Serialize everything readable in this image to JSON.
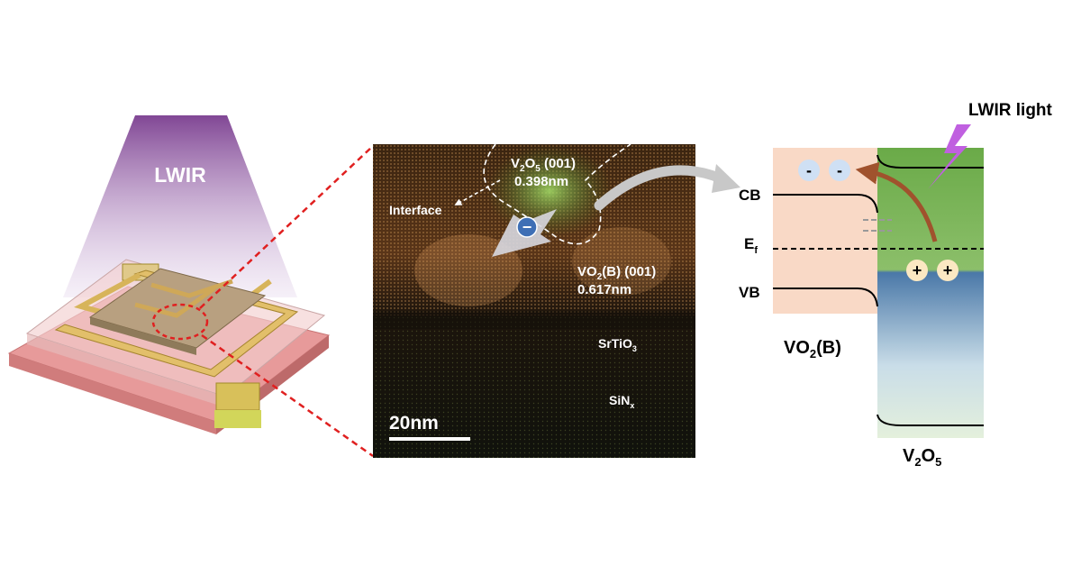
{
  "device": {
    "beam_label": "LWIR"
  },
  "tem_image": {
    "v2o5": {
      "name": "V",
      "sub1": "2",
      "mid": "O",
      "sub2": "5",
      "plane": " (001)",
      "spacing": "0.398nm"
    },
    "interface_label": "Interface",
    "electron_sign": "−",
    "vo2b": {
      "pre": "VO",
      "sub": "2",
      "post": "(B) (001)",
      "spacing": "0.617nm"
    },
    "srtio3": {
      "pre": "SrTiO",
      "sub": "3"
    },
    "sinx": {
      "pre": "SiN",
      "sub": "x"
    },
    "scale_bar_label": "20nm"
  },
  "band_diagram": {
    "light_label": "LWIR light",
    "cb_label": "CB",
    "ef_label": "E",
    "ef_sub": "f",
    "vb_label": "VB",
    "electron_signs": [
      "-",
      "-"
    ],
    "hole_signs": [
      "+",
      "+"
    ],
    "vo2b_label": {
      "pre": "VO",
      "sub": "2",
      "post": "(B)"
    },
    "v2o5_label": {
      "pre": "V",
      "sub1": "2",
      "mid": "O",
      "sub2": "5"
    }
  },
  "colors": {
    "beam": "#7a3d8f",
    "dashed_zoom": "#e02020",
    "vo2b_region": "#f9d9c6",
    "v2o5_top": "#6aaa48",
    "v2o5_mid": "#4a78a8",
    "v2o5_bottom": "#e4f0dc",
    "electron": "#cfe0f4",
    "hole": "#fbe8c2",
    "lightning": "#c060e0",
    "excitation_arrow": "#a0522d"
  },
  "icons": {
    "lightning": "lightning-bolt-icon",
    "curved_arrow": "curved-arrow-icon"
  }
}
